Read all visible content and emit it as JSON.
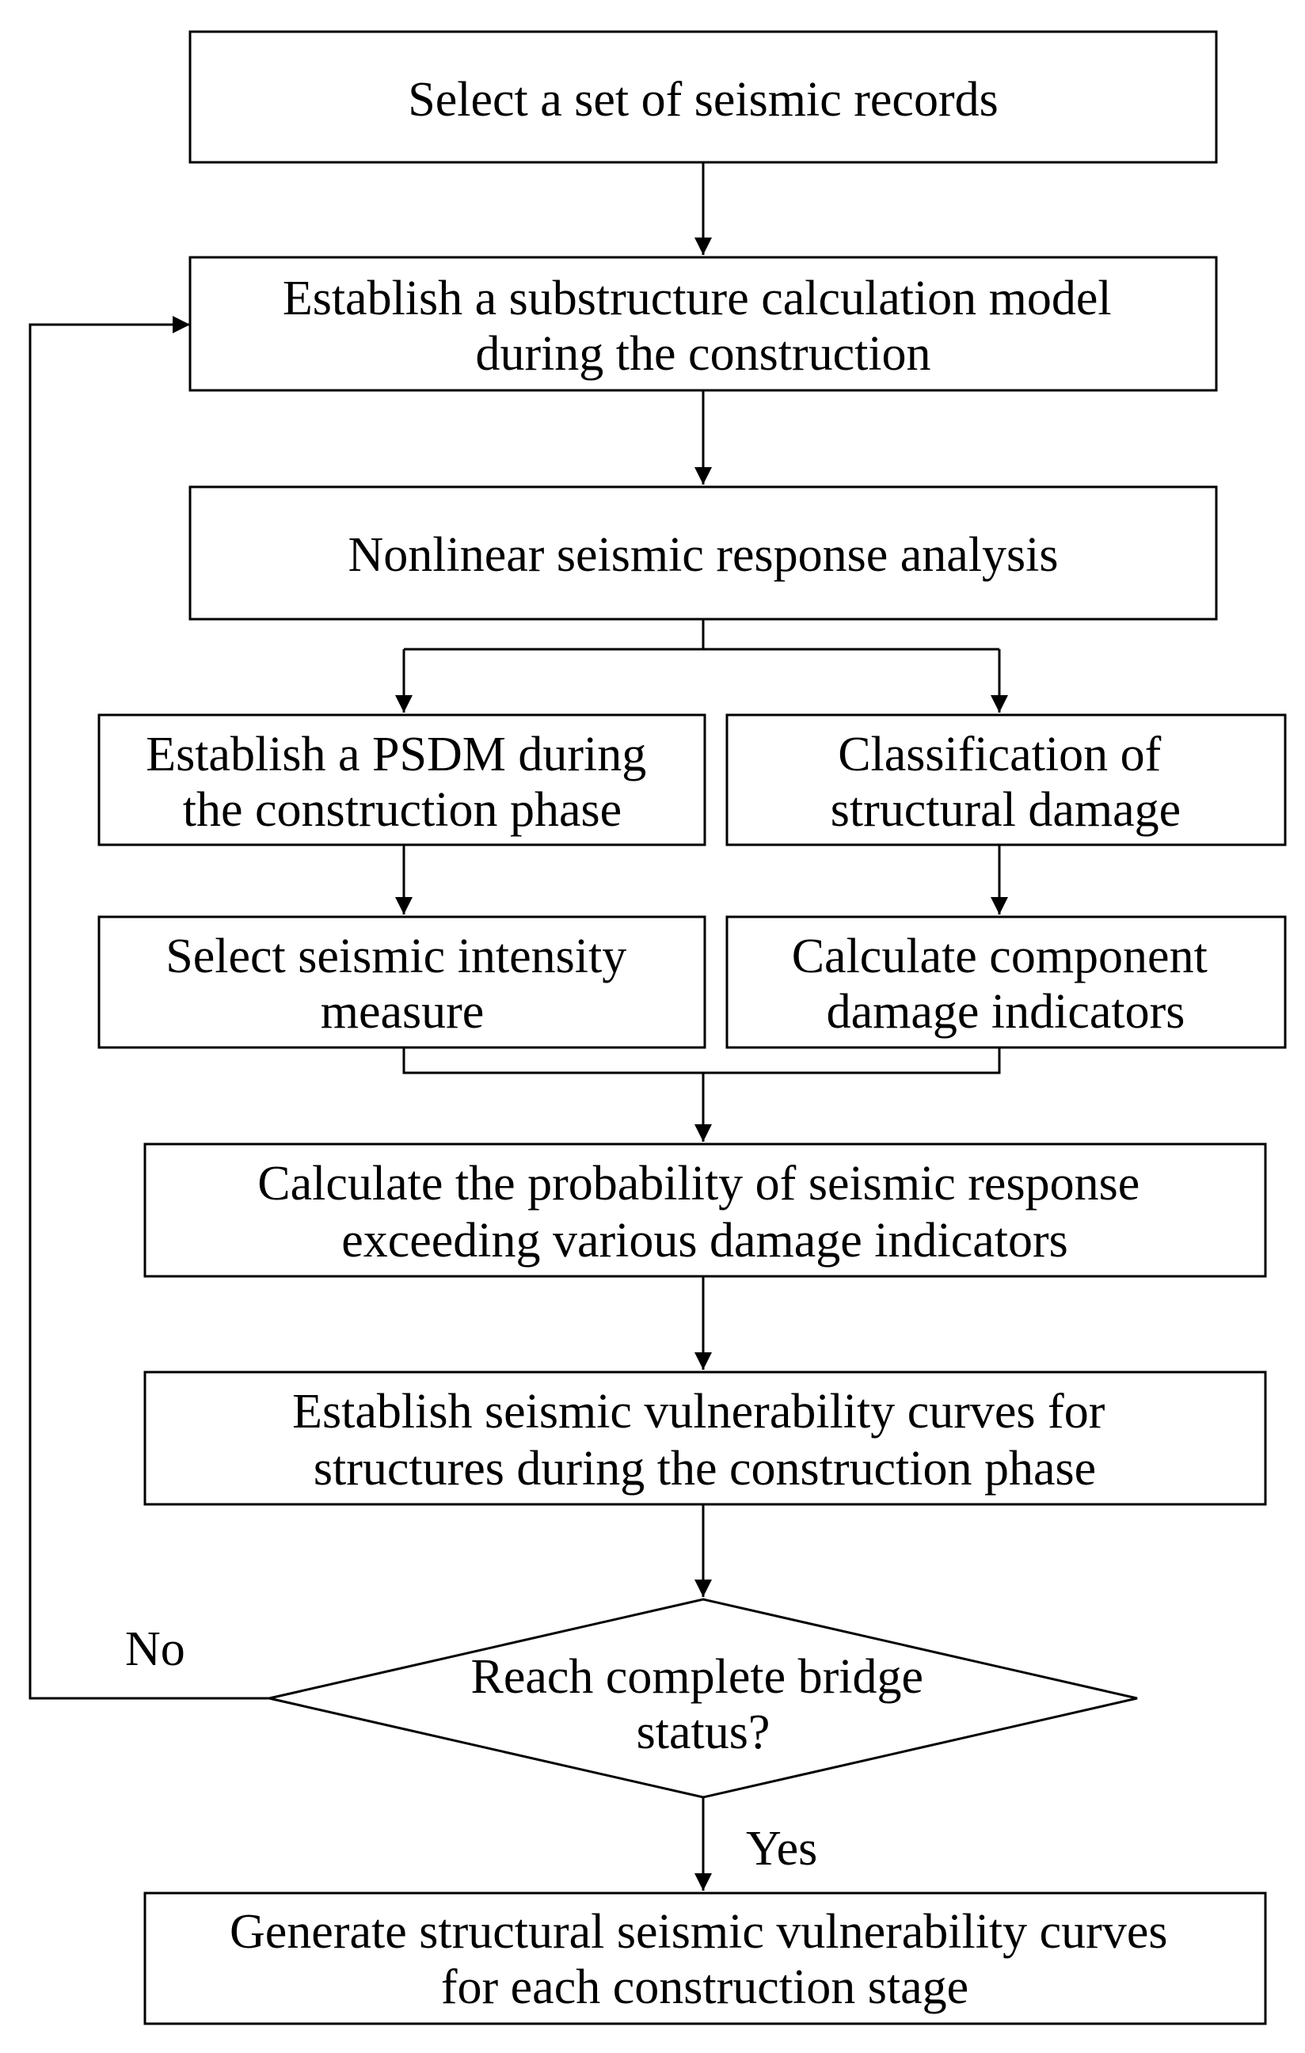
{
  "nodes": {
    "select_records": {
      "lines": [
        "Select a set of seismic records"
      ]
    },
    "establish_model": {
      "lines": [
        "Establish a substructure calculation model",
        "during the construction"
      ]
    },
    "nonlinear_analysis": {
      "lines": [
        "Nonlinear seismic response analysis"
      ]
    },
    "establish_psdm": {
      "lines": [
        "Establish a PSDM during",
        "the construction phase"
      ]
    },
    "classification_damage": {
      "lines": [
        "Classification of",
        "structural damage"
      ]
    },
    "select_intensity": {
      "lines": [
        "Select seismic intensity",
        "measure"
      ]
    },
    "calculate_indicators": {
      "lines": [
        "Calculate component",
        "damage indicators"
      ]
    },
    "calculate_probability": {
      "lines": [
        "Calculate the probability of seismic response",
        "exceeding various damage indicators"
      ]
    },
    "establish_curves": {
      "lines": [
        "Establish seismic vulnerability curves for",
        "structures during the construction phase"
      ]
    },
    "decision_complete": {
      "lines": [
        "Reach complete bridge",
        "status?"
      ]
    },
    "generate_curves": {
      "lines": [
        "Generate structural seismic vulnerability curves",
        "for each construction stage"
      ]
    }
  },
  "edge_labels": {
    "no": "No",
    "yes": "Yes"
  },
  "colors": {
    "stroke": "#000000",
    "fill": "#ffffff",
    "text": "#000000"
  }
}
